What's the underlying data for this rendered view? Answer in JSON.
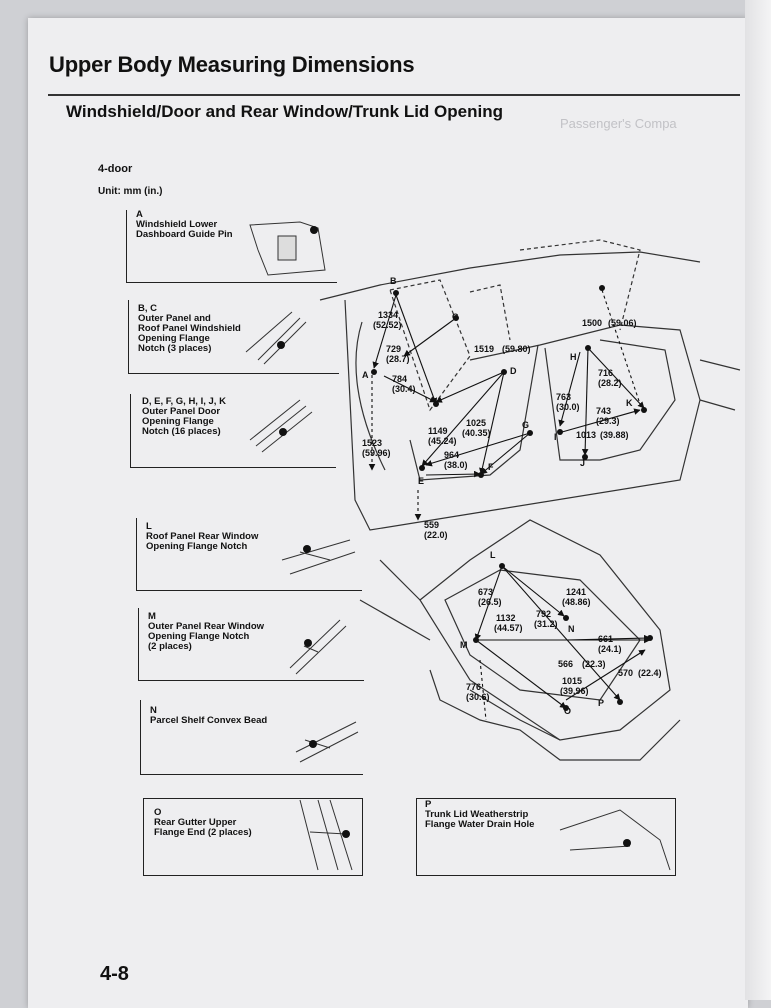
{
  "header": {
    "title": "Upper Body Measuring Dimensions",
    "subtitle": "Windshield/Door and Rear Window/Trunk Lid Opening"
  },
  "variant": "4-door",
  "unit": "Unit: mm (in.)",
  "ghost_text": "Passenger's Compa",
  "callouts": {
    "a": {
      "letter": "A",
      "line1": "Windshield Lower",
      "line2": "Dashboard Guide Pin"
    },
    "bc": {
      "letter": "B, C",
      "line1": "Outer Panel and",
      "line2": "Roof Panel Windshield",
      "line3": "Opening Flange",
      "line4": "Notch (3 places)"
    },
    "dk": {
      "letter": "D, E, F, G, H, I, J, K",
      "line1": "Outer Panel Door",
      "line2": "Opening Flange",
      "line3": "Notch (16 places)"
    },
    "l": {
      "letter": "L",
      "line1": "Roof Panel Rear Window",
      "line2": "Opening Flange Notch"
    },
    "m": {
      "letter": "M",
      "line1": "Outer Panel Rear Window",
      "line2": "Opening Flange Notch",
      "line3": "(2 places)"
    },
    "n": {
      "letter": "N",
      "line1": "Parcel Shelf Convex Bead"
    },
    "o": {
      "letter": "O",
      "line1": "Rear Gutter Upper",
      "line2": "Flange End (2 places)"
    },
    "p": {
      "letter": "P",
      "line1": "Trunk Lid Weatherstrip",
      "line2": "Flange Water Drain Hole"
    }
  },
  "points": {
    "A": "A",
    "B": "B",
    "C": "C",
    "D": "D",
    "E": "E",
    "F": "F",
    "G": "G",
    "H": "H",
    "I": "I",
    "J": "J",
    "K": "K",
    "L": "L",
    "M": "M",
    "N": "N",
    "O": "O",
    "P": "P"
  },
  "dims_upper": [
    {
      "mm": "1334",
      "in": "(52.52)"
    },
    {
      "mm": "729",
      "in": "(28.7)"
    },
    {
      "mm": "784",
      "in": "(30.4)"
    },
    {
      "mm": "1519",
      "in": "(59.80)"
    },
    {
      "mm": "1500",
      "in": "(59.06)"
    },
    {
      "mm": "716",
      "in": "(28.2)"
    },
    {
      "mm": "763",
      "in": "(30.0)"
    },
    {
      "mm": "743",
      "in": "(29.3)"
    },
    {
      "mm": "1013",
      "in": "(39.88)"
    },
    {
      "mm": "1025",
      "in": "(40.35)"
    },
    {
      "mm": "1149",
      "in": "(45.24)"
    },
    {
      "mm": "964",
      "in": "(38.0)"
    },
    {
      "mm": "1523",
      "in": "(59.96)"
    },
    {
      "mm": "559",
      "in": "(22.0)"
    }
  ],
  "dims_lower": [
    {
      "mm": "673",
      "in": "(26.5)"
    },
    {
      "mm": "1241",
      "in": "(48.86)"
    },
    {
      "mm": "792",
      "in": "(31.2)"
    },
    {
      "mm": "1132",
      "in": "(44.57)"
    },
    {
      "mm": "661",
      "in": "(24.1)"
    },
    {
      "mm": "566",
      "in": "(22.3)"
    },
    {
      "mm": "1015",
      "in": "(39.96)"
    },
    {
      "mm": "570",
      "in": "(22.4)"
    },
    {
      "mm": "776",
      "in": "(30.6)"
    }
  ],
  "page_number": "4-8"
}
